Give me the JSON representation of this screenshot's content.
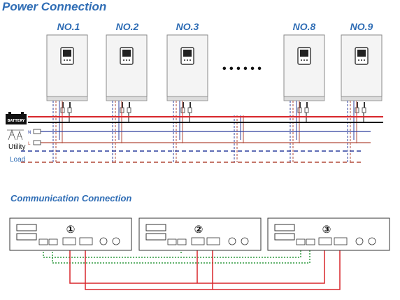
{
  "power_section": {
    "title": "Power Connection",
    "unit_labels": [
      "NO.1",
      "NO.2",
      "NO.3",
      "NO.8",
      "NO.9"
    ],
    "ellipsis": "• • • • • •",
    "battery_text": "BATTERY",
    "utility_label": "Utility",
    "load_label": "Load"
  },
  "comm_section": {
    "title": "Communication Connection",
    "unit_numbers": [
      "①",
      "②",
      "③"
    ]
  },
  "colors": {
    "title_blue": "#2f6db5",
    "red_wire": "#d8262b",
    "black_wire": "#111111",
    "blue_wire": "#2c3f9e",
    "dash_blue": "#2c3f9e",
    "dash_red": "#b24a3a",
    "green_dotted": "#2f9a3e",
    "comm_red": "#d8262b"
  }
}
